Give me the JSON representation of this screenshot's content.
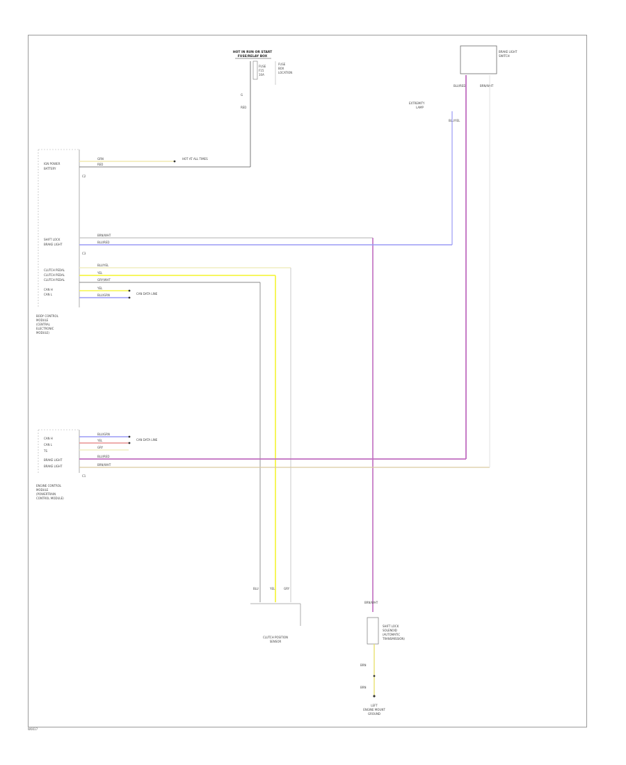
{
  "diagram": {
    "hot_source": {
      "line1": "HOT IN RUN OR START",
      "line2": "FUSE/RELAY BOX"
    },
    "fuse": {
      "line1": "FUSE",
      "line2": "F15",
      "line3": "10A",
      "note1": "FUSE",
      "note2": "BOX",
      "note3": "LOCATION"
    },
    "brake_unit": {
      "line1": "BRAKE LIGHT",
      "line2": "SWITCH"
    },
    "module_top": {
      "pins": [
        "IGN POWER",
        "BATTERY",
        "SHIFT LOCK",
        "BRAKE LIGHT",
        "CLUTCH PEDAL",
        "CLUTCH PEDAL",
        "CLUTCH PEDAL",
        "CAN H",
        "CAN L"
      ],
      "caption": [
        "BODY CONTROL",
        "MODULE",
        "(CENTRAL",
        "ELECTRONIC",
        "MODULE)"
      ],
      "wires": [
        "GRN",
        "RED",
        "BRN/WHT",
        "BLU/RED",
        "BLU/YEL",
        "YEL",
        "GRY/WHT",
        "YEL",
        "BLU/GRN"
      ]
    },
    "module_bottom": {
      "pins": [
        "CAN H",
        "CAN L",
        "TS",
        "BRAKE LIGHT",
        "BRAKE LIGHT"
      ],
      "caption": [
        "ENGINE CONTROL",
        "MODULE",
        "(POWERTRAIN",
        "CONTROL MODULE)"
      ],
      "wires": [
        "BLU/GRN",
        "YEL",
        "GRY",
        "BLU/RED",
        "BRN/WHT"
      ]
    },
    "connectors": {
      "hot_at_all": "HOT AT ALL TIMES",
      "can_top": "CAN DATA LINE",
      "can_bottom": "CAN DATA LINE",
      "extremity": "EXTREMITY",
      "extremity_sub": "LAMP"
    },
    "clutch_sensor": {
      "line1": "CLUTCH POSITION",
      "line2": "SENSOR",
      "wires": [
        "BLU",
        "YEL",
        "GRY"
      ]
    },
    "shift_lock": {
      "lines": [
        "SHIFT LOCK",
        "SOLENOID",
        "(AUTOMATIC",
        "TRANSMISSION)"
      ],
      "wires": [
        "BRN/WHT",
        "BRN",
        "BRN"
      ]
    },
    "ground": {
      "line1": "LEFT",
      "line2": "ENGINE MOUNT",
      "line3": "GROUND"
    },
    "footer": "W0017"
  },
  "colors": {
    "black": "#555555",
    "yellow": "#f5f548",
    "blue": "#9a9af5",
    "pink": "#c06cc0",
    "red": "#e89090",
    "tan": "#d9caa0",
    "gray": "#aaaaaa"
  }
}
